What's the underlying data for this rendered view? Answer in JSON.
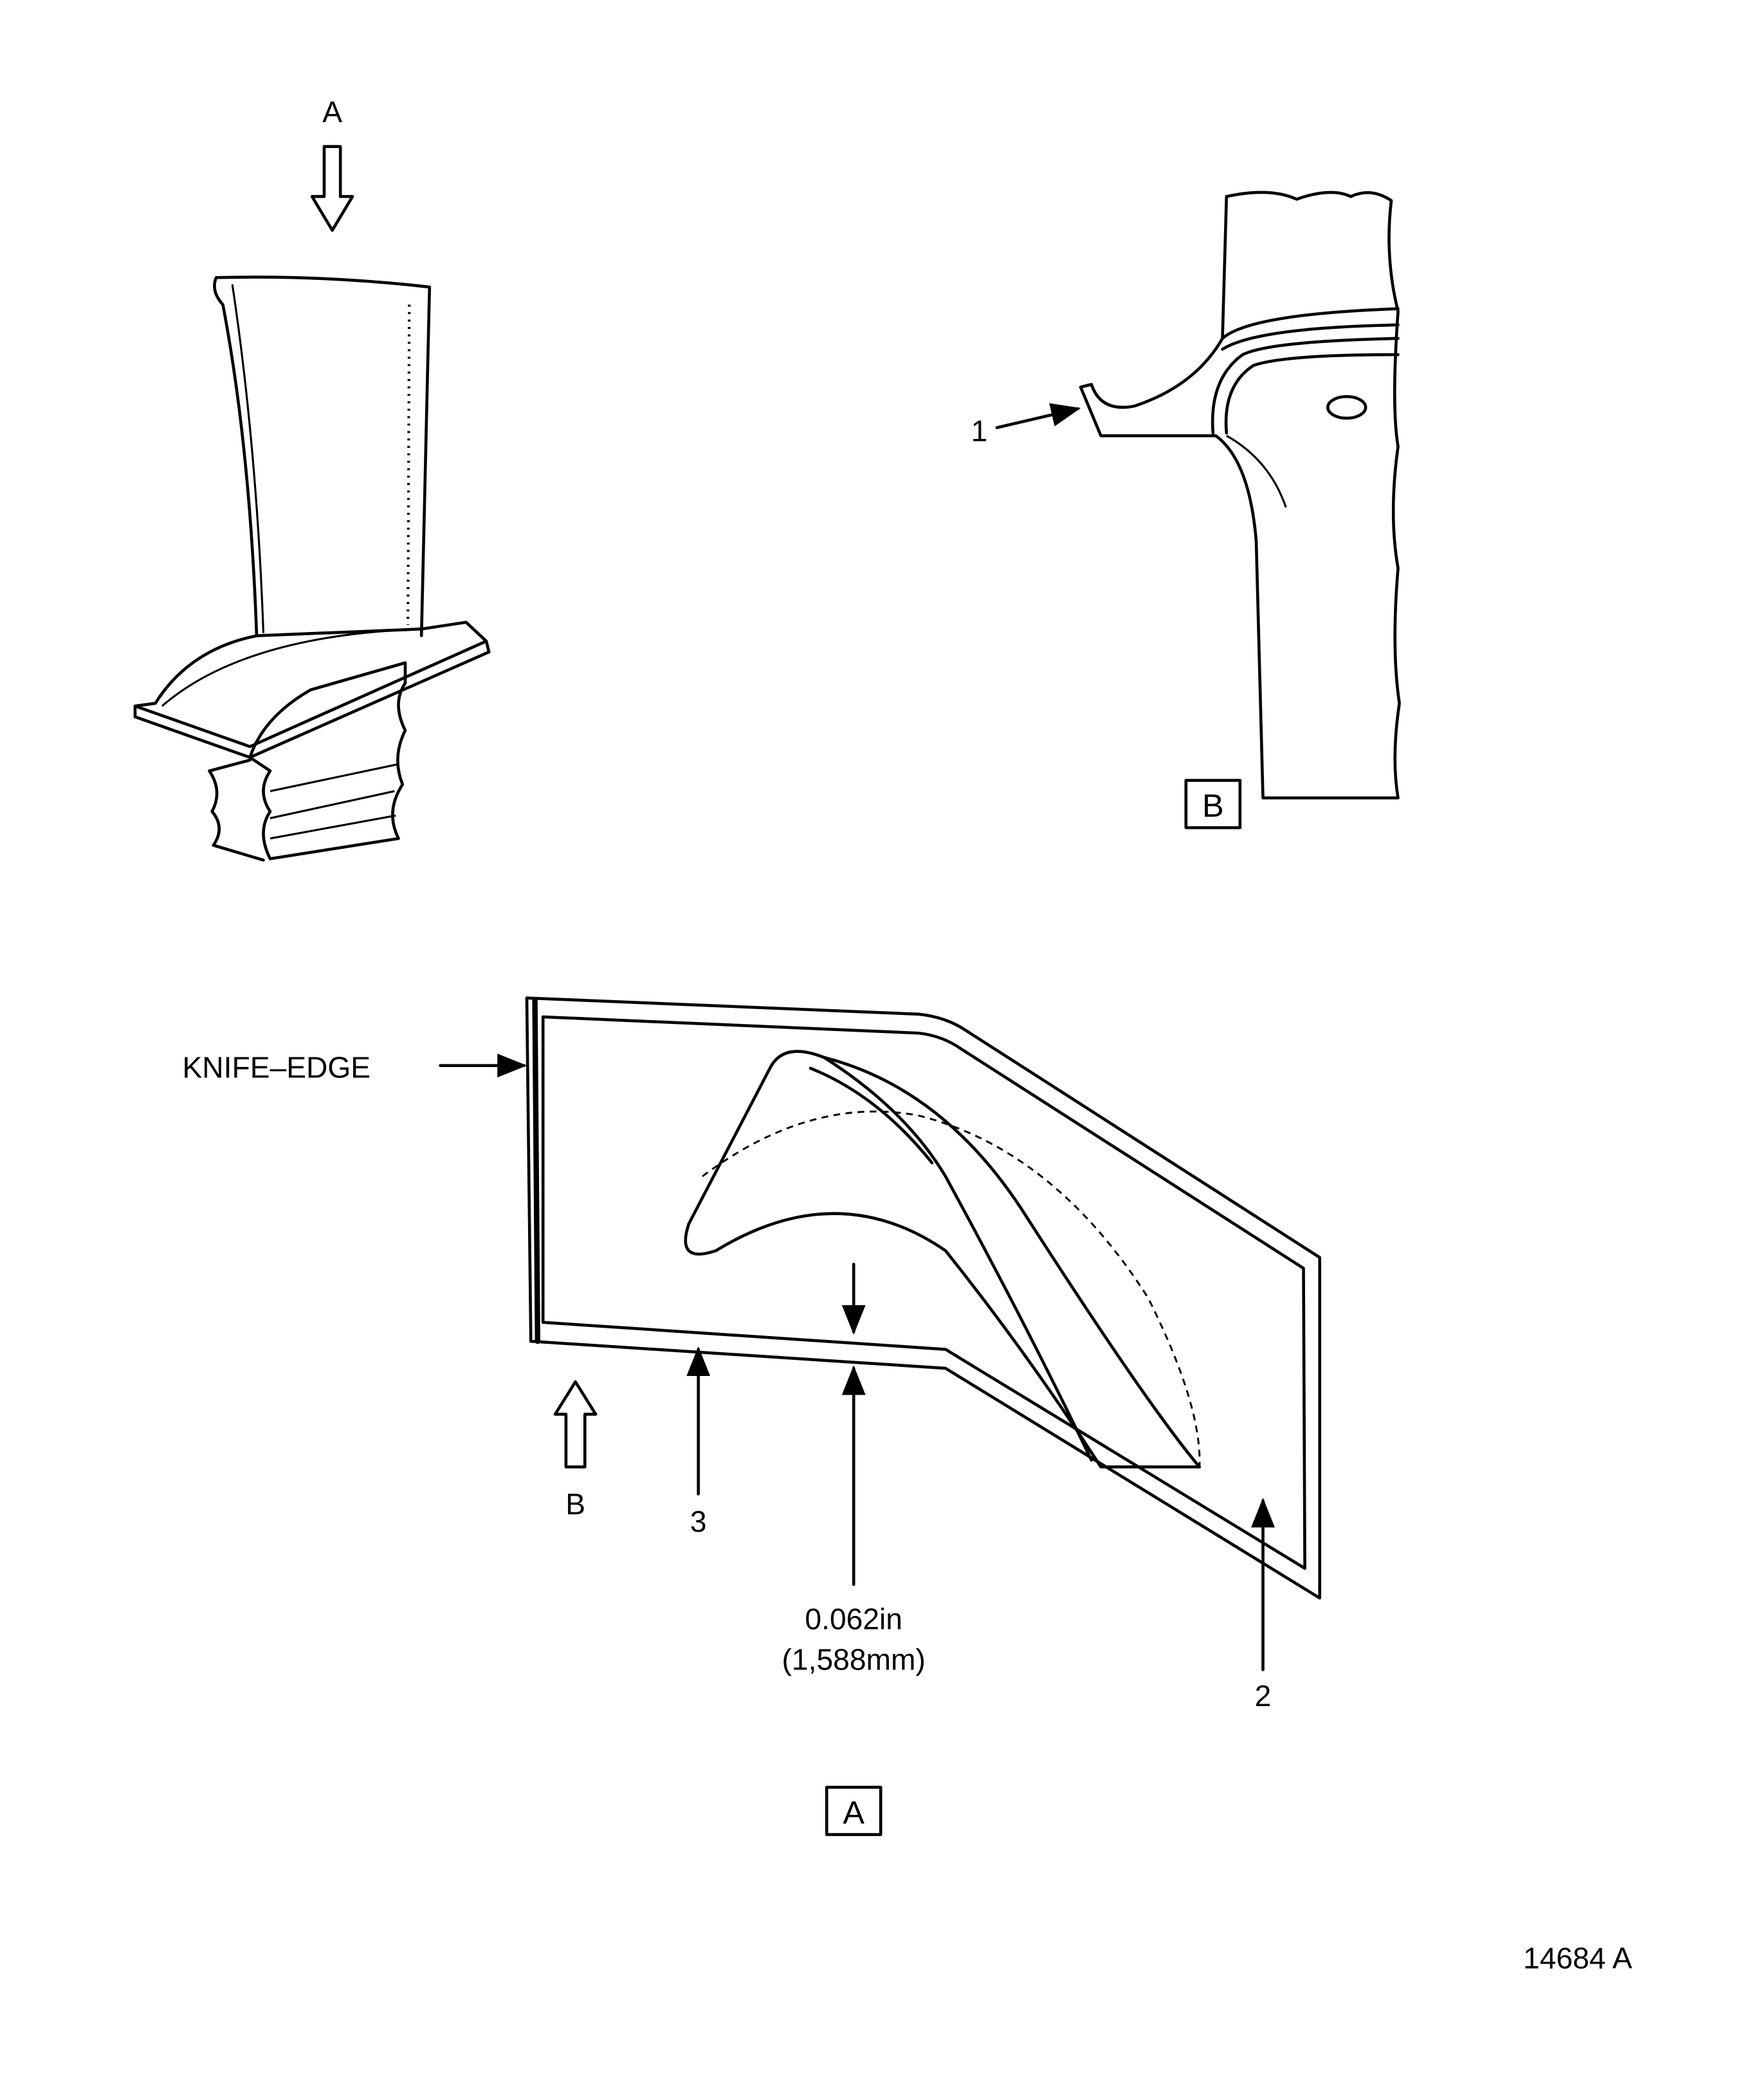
{
  "figure": {
    "view_arrow_a_label": "A",
    "detail_b": {
      "callout_1": "1",
      "view_label": "B"
    },
    "detail_a": {
      "knife_edge_label": "KNIFE–EDGE",
      "view_arrow_b_label": "B",
      "callout_2": "2",
      "callout_3": "3",
      "dimension_in": "0.062in",
      "dimension_mm": "(1,588mm)",
      "view_label": "A"
    },
    "figure_number": "14684 A"
  }
}
